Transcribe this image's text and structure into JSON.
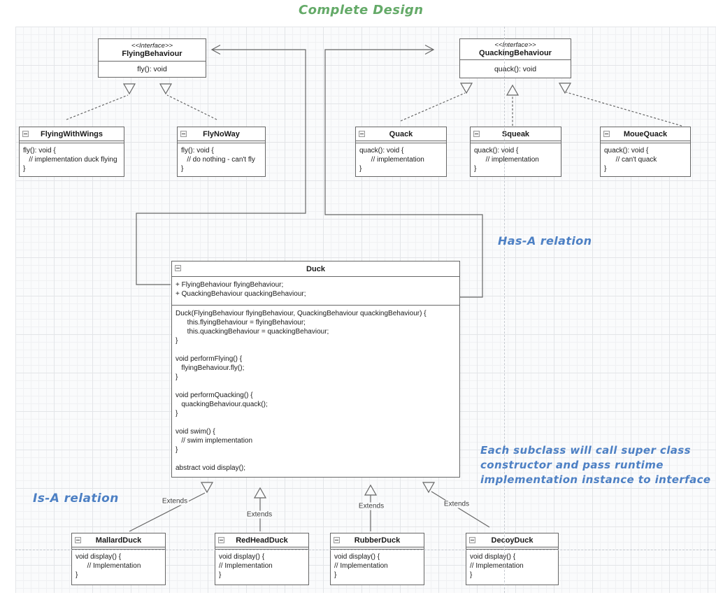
{
  "title": "Complete Design",
  "annotations": {
    "has_a": "Has-A relation",
    "is_a": "Is-A relation",
    "note_lines": [
      "Each subclass will call super class",
      "constructor and pass runtime",
      "implementation instance to interface"
    ]
  },
  "edges": {
    "extends_label": "Extends"
  },
  "colors": {
    "title_green": "#64aa68",
    "annotation_blue": "#4d80c4",
    "edge_gray": "#666666",
    "box_border": "#676767",
    "canvas_bg": "#fafbfc"
  },
  "interfaces": {
    "flying": {
      "stereotype": "<<Interface>>",
      "name": "FlyingBehaviour",
      "method": "fly(): void"
    },
    "quacking": {
      "stereotype": "<<Interface>>",
      "name": "QuackingBehaviour",
      "method": "quack(): void"
    }
  },
  "classes": {
    "flying_with_wings": {
      "name": "FlyingWithWings",
      "body": [
        "fly(): void {",
        "   // implementation duck flying",
        "}"
      ]
    },
    "fly_no_way": {
      "name": "FlyNoWay",
      "body": [
        "fly(): void {",
        "   // do nothing - can't fly",
        "}"
      ]
    },
    "quack": {
      "name": "Quack",
      "body": [
        "quack(): void {",
        "      // implementation",
        "}"
      ]
    },
    "squeak": {
      "name": "Squeak",
      "body": [
        "quack(): void {",
        "      // implementation",
        "}"
      ]
    },
    "moue_quack": {
      "name": "MoueQuack",
      "body": [
        "quack(): void {",
        "      // can't quack",
        "}"
      ]
    },
    "duck": {
      "name": "Duck",
      "attributes": [
        "+ FlyingBehaviour flyingBehaviour;",
        "+ QuackingBehaviour quackingBehaviour;"
      ],
      "methods": [
        "Duck(FlyingBehaviour flyingBehaviour, QuackingBehaviour quackingBehaviour) {",
        "      this.flyingBehaviour = flyingBehaviour;",
        "      this.quackingBehaviour = quackingBehaviour;",
        "}",
        "",
        "void performFlying() {",
        "   flyingBehaviour.fly();",
        "}",
        "",
        "void performQuacking() {",
        "   quackingBehaviour.quack();",
        "}",
        "",
        "void swim() {",
        "   // swim implementation",
        "}",
        "",
        "abstract void display();"
      ]
    },
    "mallard_duck": {
      "name": "MallardDuck",
      "body": [
        "void display() {",
        "      // Implementation",
        "}"
      ]
    },
    "red_head_duck": {
      "name": "RedHeadDuck",
      "body": [
        "void display() {",
        "// Implementation",
        "}"
      ]
    },
    "rubber_duck": {
      "name": "RubberDuck",
      "body": [
        "void display() {",
        "// Implementation",
        "}"
      ]
    },
    "decoy_duck": {
      "name": "DecoyDuck",
      "body": [
        "void display() {",
        "// Implementation",
        "}"
      ]
    }
  }
}
